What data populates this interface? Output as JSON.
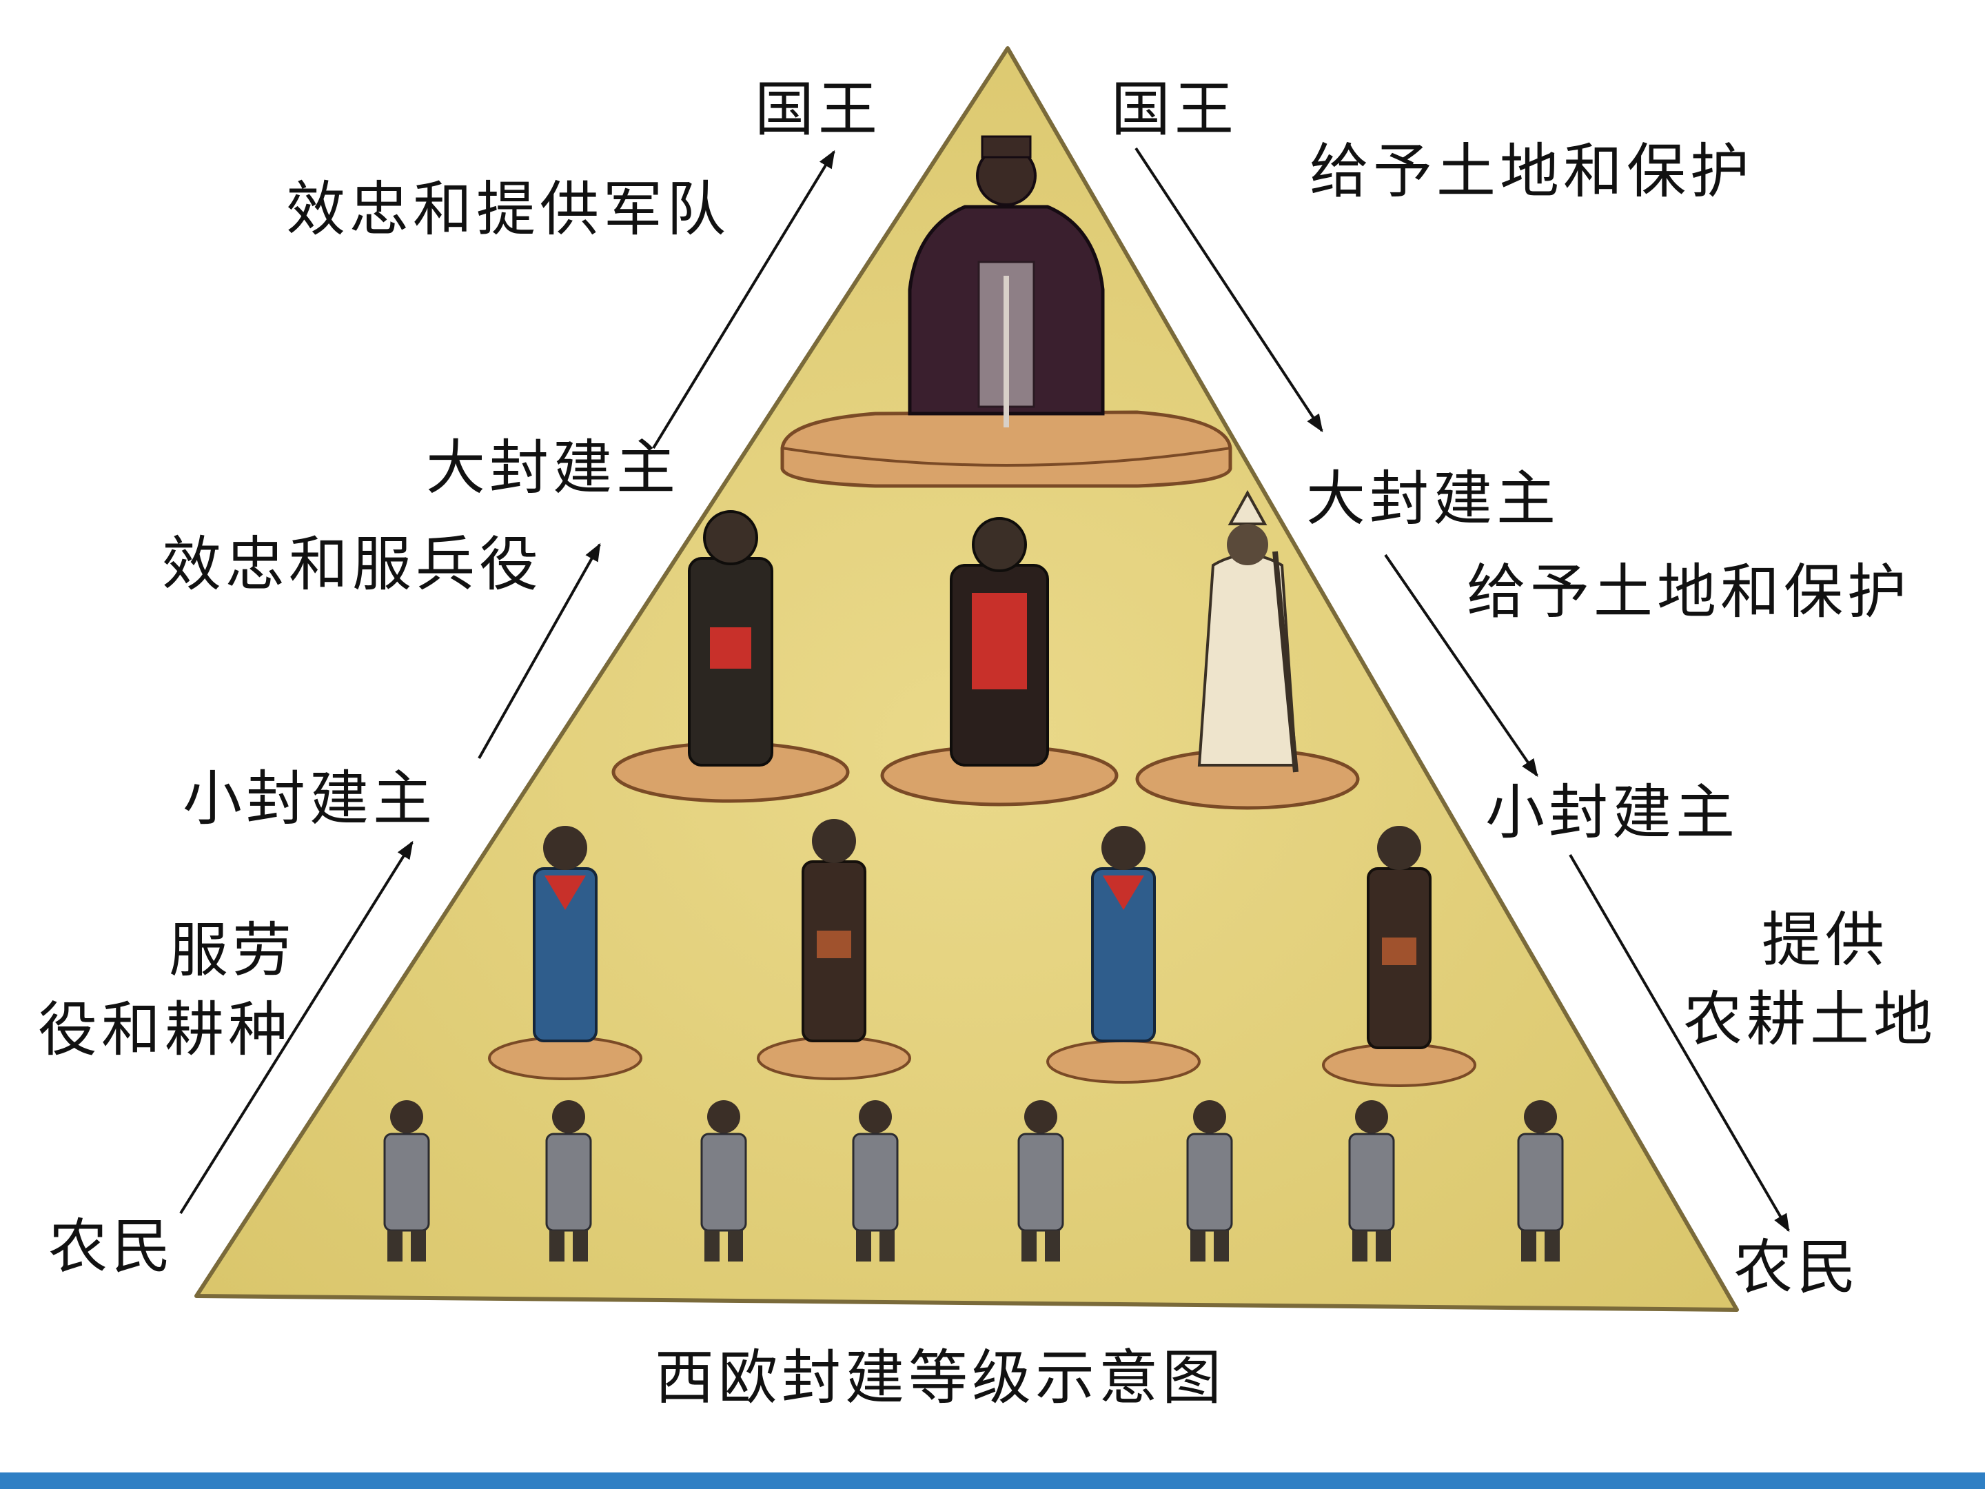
{
  "diagram": {
    "caption": "西欧封建等级示意图",
    "levels": {
      "king": "国王",
      "great_lord": "大封建主",
      "lesser_lord": "小封建主",
      "peasant": "农民"
    },
    "upward_duties": [
      "效忠和提供军队",
      "效忠和服兵役",
      "服劳",
      "役和耕种"
    ],
    "downward_grants": [
      "给予土地和保护",
      "给予土地和保护",
      "提供",
      "农耕土地"
    ]
  },
  "colors": {
    "pyramid_fill": "#e3d27a",
    "pyramid_edge": "#7a6a3a",
    "arrow": "#111111",
    "text": "#111111",
    "bottom_bar": "#2f7fc4",
    "king_robe": "#3a1f2e",
    "lord_red": "#c8302a",
    "vassal_blue": "#2f5d8c",
    "peasant_tunic": "#7d7f86"
  }
}
